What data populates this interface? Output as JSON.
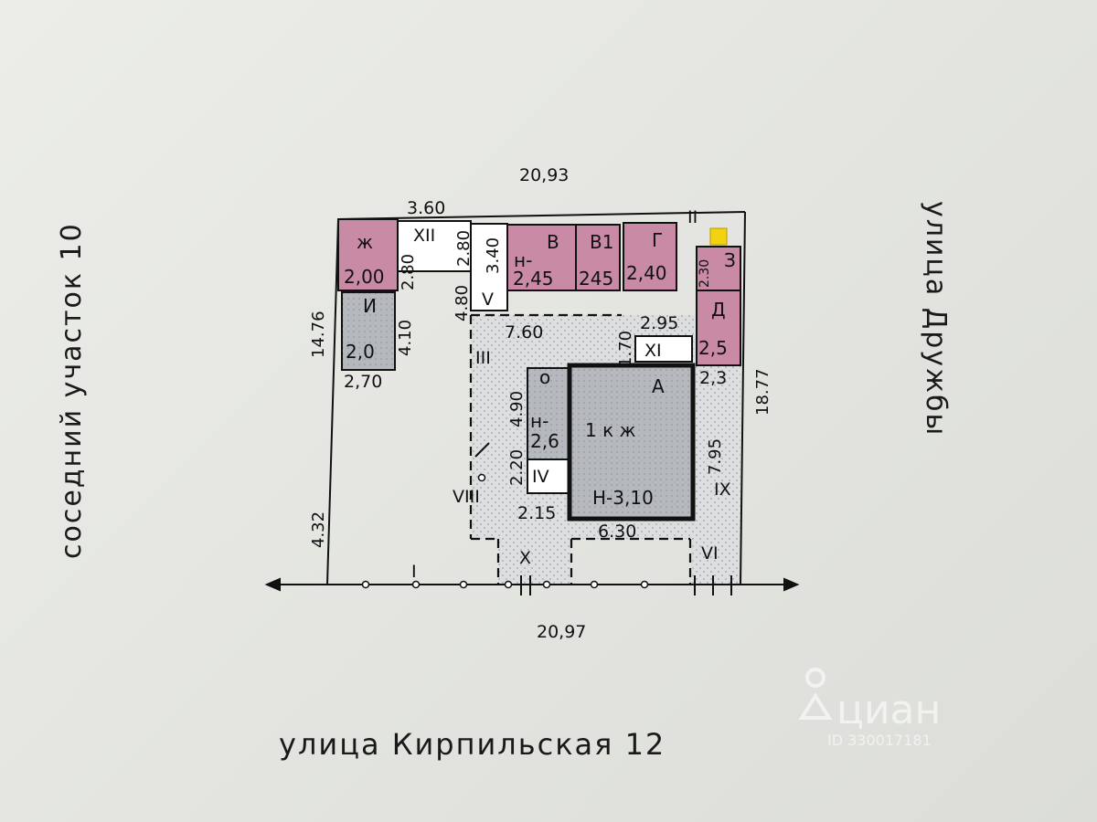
{
  "streets": {
    "bottom": "улица Кирпильская 12",
    "left": "соседний участок 10",
    "right": "улица Дружбы"
  },
  "dimensions": {
    "top_total": "20,93",
    "bottom_total": "20,97",
    "left_side": "14.76",
    "right_side": "18.77",
    "left_lower": "4.32",
    "top_left_segment": "3.60",
    "xii_width": "2.80",
    "xii_height": "2.80",
    "v_height": "3.40",
    "v_depth": "4.80",
    "yard_width": "7.60",
    "xi_height": "1.70",
    "xi_width": "2.95",
    "i_depth": "4.10",
    "i_width": "2,70",
    "d_width": "2,3",
    "h_30": "2.30",
    "o_height": "4.90",
    "iv_height": "2.20",
    "iv_width": "2.15",
    "a_width": "6.30",
    "a_right": "7.95"
  },
  "rooms": {
    "zh": {
      "letter": "ж",
      "height": "2,00"
    },
    "i": {
      "letter": "И",
      "height": "2,0"
    },
    "v": {
      "letter": "В",
      "prefix": "н-",
      "height": "2,45"
    },
    "v1": {
      "letter": "В1",
      "height": "245"
    },
    "g": {
      "letter": "Г",
      "height": "2,40"
    },
    "z": {
      "letter": "З"
    },
    "d": {
      "letter": "Д",
      "height": "2,5"
    },
    "a": {
      "letter": "А",
      "main": "1 к ж",
      "height": "Н-3,10"
    },
    "o": {
      "letter": "о",
      "prefix": "н-",
      "height": "2,6"
    }
  },
  "roman": {
    "i": "I",
    "ii": "II",
    "iii": "III",
    "iv": "IV",
    "v": "V",
    "vi": "VI",
    "viii": "VIII",
    "ix": "IX",
    "x": "X",
    "xi": "XI",
    "xii": "XII"
  },
  "watermark": {
    "brand": "циан",
    "id": "ID 330017181"
  },
  "colors": {
    "pink": "#c98aa6",
    "gray": "#b8bcbf",
    "yellow": "#f1d312",
    "line": "#111111"
  }
}
